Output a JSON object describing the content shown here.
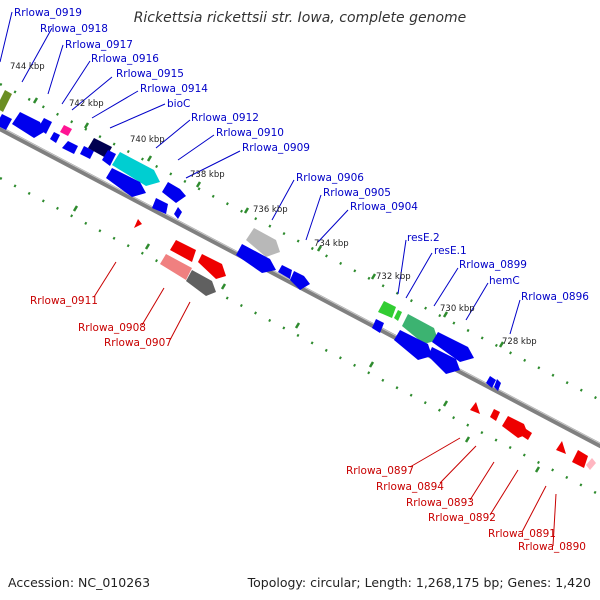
{
  "header": {
    "title": "Rickettsia rickettsii str. Iowa, complete genome"
  },
  "footer": {
    "accession": "Accession: NC_010263",
    "summary": "Topology: circular; Length: 1,268,175 bp; Genes: 1,420"
  },
  "colors": {
    "backbone": "#808080",
    "forward_label": "#0000c8",
    "reverse_label": "#c80000",
    "scale_dots": "#2e8b2e"
  },
  "scale": {
    "ticks": [
      "744 kbp",
      "742 kbp",
      "740 kbp",
      "738 kbp",
      "736 kbp",
      "734 kbp",
      "732 kbp",
      "730 kbp",
      "728 kbp"
    ]
  },
  "forward_genes": [
    "Rrlowa_0919",
    "Rrlowa_0918",
    "Rrlowa_0917",
    "Rrlowa_0916",
    "Rrlowa_0915",
    "Rrlowa_0914",
    "bioC",
    "Rrlowa_0912",
    "Rrlowa_0910",
    "Rrlowa_0909",
    "Rrlowa_0906",
    "Rrlowa_0905",
    "Rrlowa_0904",
    "resE.2",
    "resE.1",
    "Rrlowa_0899",
    "hemC",
    "Rrlowa_0896"
  ],
  "reverse_genes": [
    "Rrlowa_0911",
    "Rrlowa_0908",
    "Rrlowa_0907",
    "Rrlowa_0897",
    "Rrlowa_0894",
    "Rrlowa_0893",
    "Rrlowa_0892",
    "Rrlowa_0891",
    "Rrlowa_0890"
  ]
}
